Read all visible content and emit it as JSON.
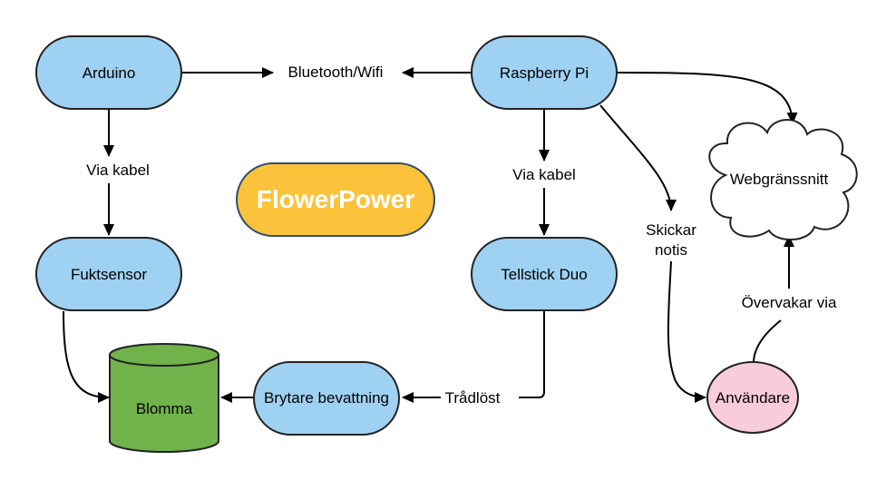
{
  "title": "FlowerPower",
  "nodes": {
    "arduino": "Arduino",
    "raspberry": "Raspberry Pi",
    "fuktsensor": "Fuktsensor",
    "tellstick": "Tellstick Duo",
    "blomma": "Blomma",
    "brytare": "Brytare bevattning",
    "anvandare": "Användare",
    "webb": "Webgränssnitt"
  },
  "edge_labels": {
    "bluetooth": "Bluetooth/Wifi",
    "via_kabel_left": "Via kabel",
    "via_kabel_right": "Via kabel",
    "skickar_line1": "Skickar",
    "skickar_line2": "notis",
    "overvakar": "Övervakar via",
    "tradlost": "Trådlöst"
  },
  "colors": {
    "node_blue": "#9fd1f2",
    "title_yellow": "#fbc33b",
    "cylinder_green": "#71b24a",
    "user_pink": "#f8ccd9",
    "stroke": "#222222"
  }
}
